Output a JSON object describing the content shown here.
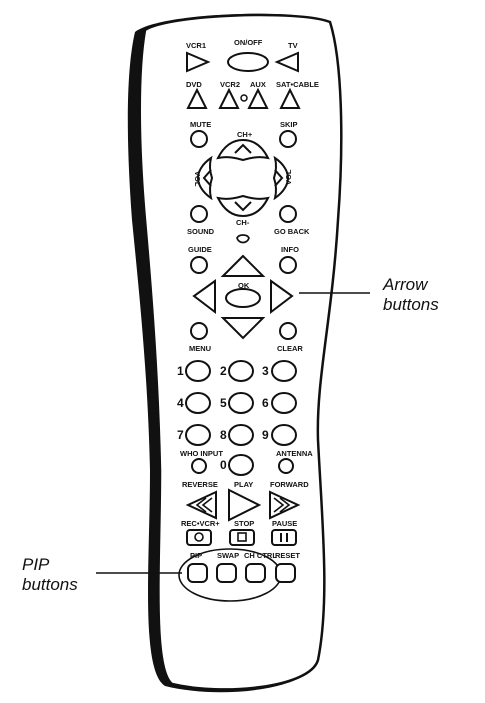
{
  "callouts": {
    "arrow_line1": "Arrow",
    "arrow_line2": "buttons",
    "pip_line1": "PIP",
    "pip_line2": "buttons"
  },
  "remote_labels": {
    "vcr1": "VCR1",
    "on_off": "ON/OFF",
    "tv": "TV",
    "dvd": "DVD",
    "vcr2": "VCR2",
    "aux": "AUX",
    "sat_cable": "SAT•CABLE",
    "mute": "MUTE",
    "skip": "SKIP",
    "ch_up": "CH+",
    "vol_left": "VOL",
    "vol_right": "VOL",
    "ch_down": "CH-",
    "sound": "SOUND",
    "go_back": "GO BACK",
    "guide": "GUIDE",
    "info": "INFO",
    "ok": "OK",
    "menu": "MENU",
    "clear": "CLEAR",
    "d1": "1",
    "d2": "2",
    "d3": "3",
    "d4": "4",
    "d5": "5",
    "d6": "6",
    "d7": "7",
    "d8": "8",
    "d9": "9",
    "d0": "0",
    "who_input": "WHO INPUT",
    "antenna": "ANTENNA",
    "reverse": "REVERSE",
    "play": "PLAY",
    "forward": "FORWARD",
    "rec": "REC•VCR+",
    "stop": "STOP",
    "pause": "PAUSE",
    "pip": "PIP",
    "swap": "SWAP",
    "ch_ctrl": "CH CTRL",
    "reset": "RESET"
  },
  "colors": {
    "ink": "#111111",
    "body": "#ffffff"
  }
}
